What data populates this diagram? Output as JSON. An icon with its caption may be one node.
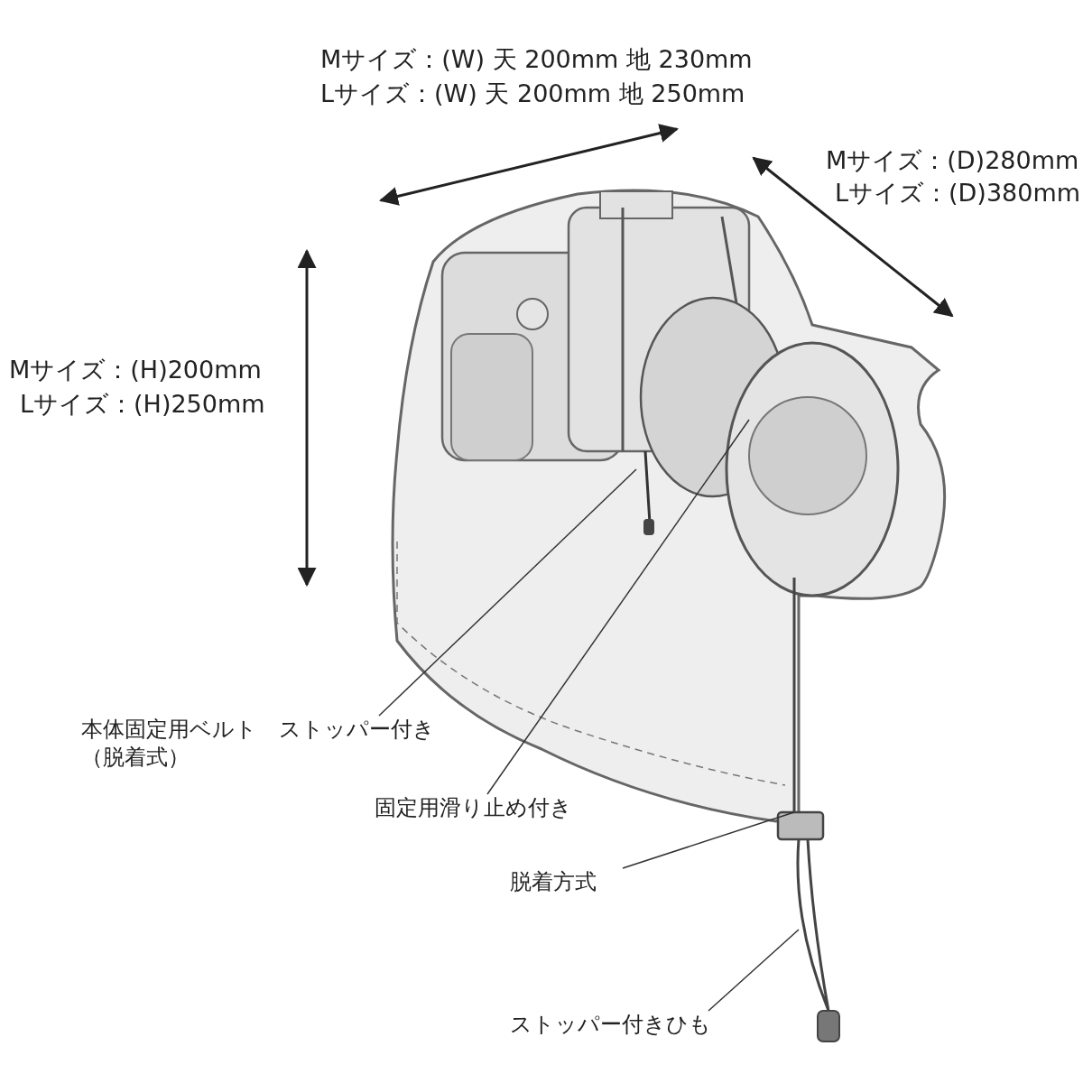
{
  "diagram": {
    "nodes": [
      {
        "text": [
          "本体固定用ベルト　ストッパー付き（脱着式）"
        ]
      },
      {
        "text": [
          "固定用滑り止め付き"
        ]
      },
      {
        "text": [
          "脱着方式"
        ]
      },
      {
        "text": [
          "ストッパー付きひも"
        ]
      }
    ],
    "edges": [
      {
        "from": 0,
        "to": null,
        "arrow": "none"
      },
      {
        "from": 1,
        "to": null,
        "arrow": "none"
      },
      {
        "from": 2,
        "to": null,
        "arrow": "none"
      },
      {
        "from": 3,
        "to": null,
        "arrow": "none"
      }
    ],
    "labels": [
      "Mサイズ：(W) 天 200mm 地 230mm",
      "Lサイズ：(W) 天 200mm 地 250mm",
      "Mサイズ：(D)280mm",
      "Lサイズ：(D)380mm",
      "Mサイズ：(H)200mm",
      "Lサイズ：(H)250mm"
    ]
  }
}
